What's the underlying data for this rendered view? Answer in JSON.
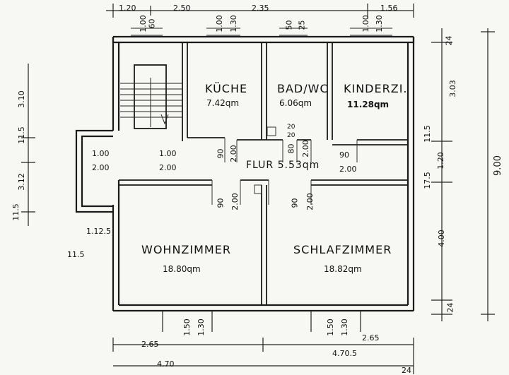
{
  "rooms": {
    "kueche": {
      "name": "KÜCHE",
      "area": "7.42qm"
    },
    "bad": {
      "name": "BAD/WC",
      "area": "6.06qm"
    },
    "kinder": {
      "name": "KINDERZI.",
      "area": "11.28qm"
    },
    "flur": {
      "name": "FLUR 5.53qm"
    },
    "wohn": {
      "name": "WOHNZIMMER",
      "area": "18.80qm"
    },
    "schlaf": {
      "name": "SCHLAFZIMMER",
      "area": "18.82qm"
    }
  },
  "dims_top": {
    "a": "1.20",
    "b": "2.50",
    "c": "2.35",
    "d": "1.56"
  },
  "windows_top": {
    "w1_w": "1.00",
    "w1_h": "60",
    "w2_w": "1.00",
    "w2_h": "1.30",
    "w3_w": "50",
    "w3_h": "25",
    "w4_w": "1.00",
    "w4_h": "1.30"
  },
  "doors": {
    "balcony_w": "1.00",
    "balcony_h": "2.00",
    "d1_w": "1.00",
    "d1_h": "2.00",
    "d2_w": "90",
    "d2_h": "2.00",
    "d3_w": "80",
    "d3_h": "2.00",
    "d4_w": "90",
    "d4_h": "2.00",
    "d5_w": "90",
    "d5_h": "2.00",
    "d6_w": "90",
    "d6_h": "2.00",
    "vent_w": "20",
    "vent_h": "20"
  },
  "dims_right": {
    "top": "24",
    "kinder": "3.03",
    "wall": "11.5",
    "flur": "1.20",
    "wall2": "17.5",
    "schlaf": "4.00",
    "bottom": "24",
    "total": "9.00"
  },
  "dims_left": {
    "a": "3.10",
    "b": "11.5",
    "c": "3.12",
    "d": "11.5",
    "e": "1.12.5",
    "f": "11.5"
  },
  "windows_bottom": {
    "w1_w": "1.50",
    "w1_h": "1.30",
    "w2_w": "1.50",
    "w2_h": "1.30"
  },
  "dims_bottom": {
    "a": "2.65",
    "b": "2.65",
    "c": "4.70",
    "d": "4.70.5",
    "e": "24"
  }
}
